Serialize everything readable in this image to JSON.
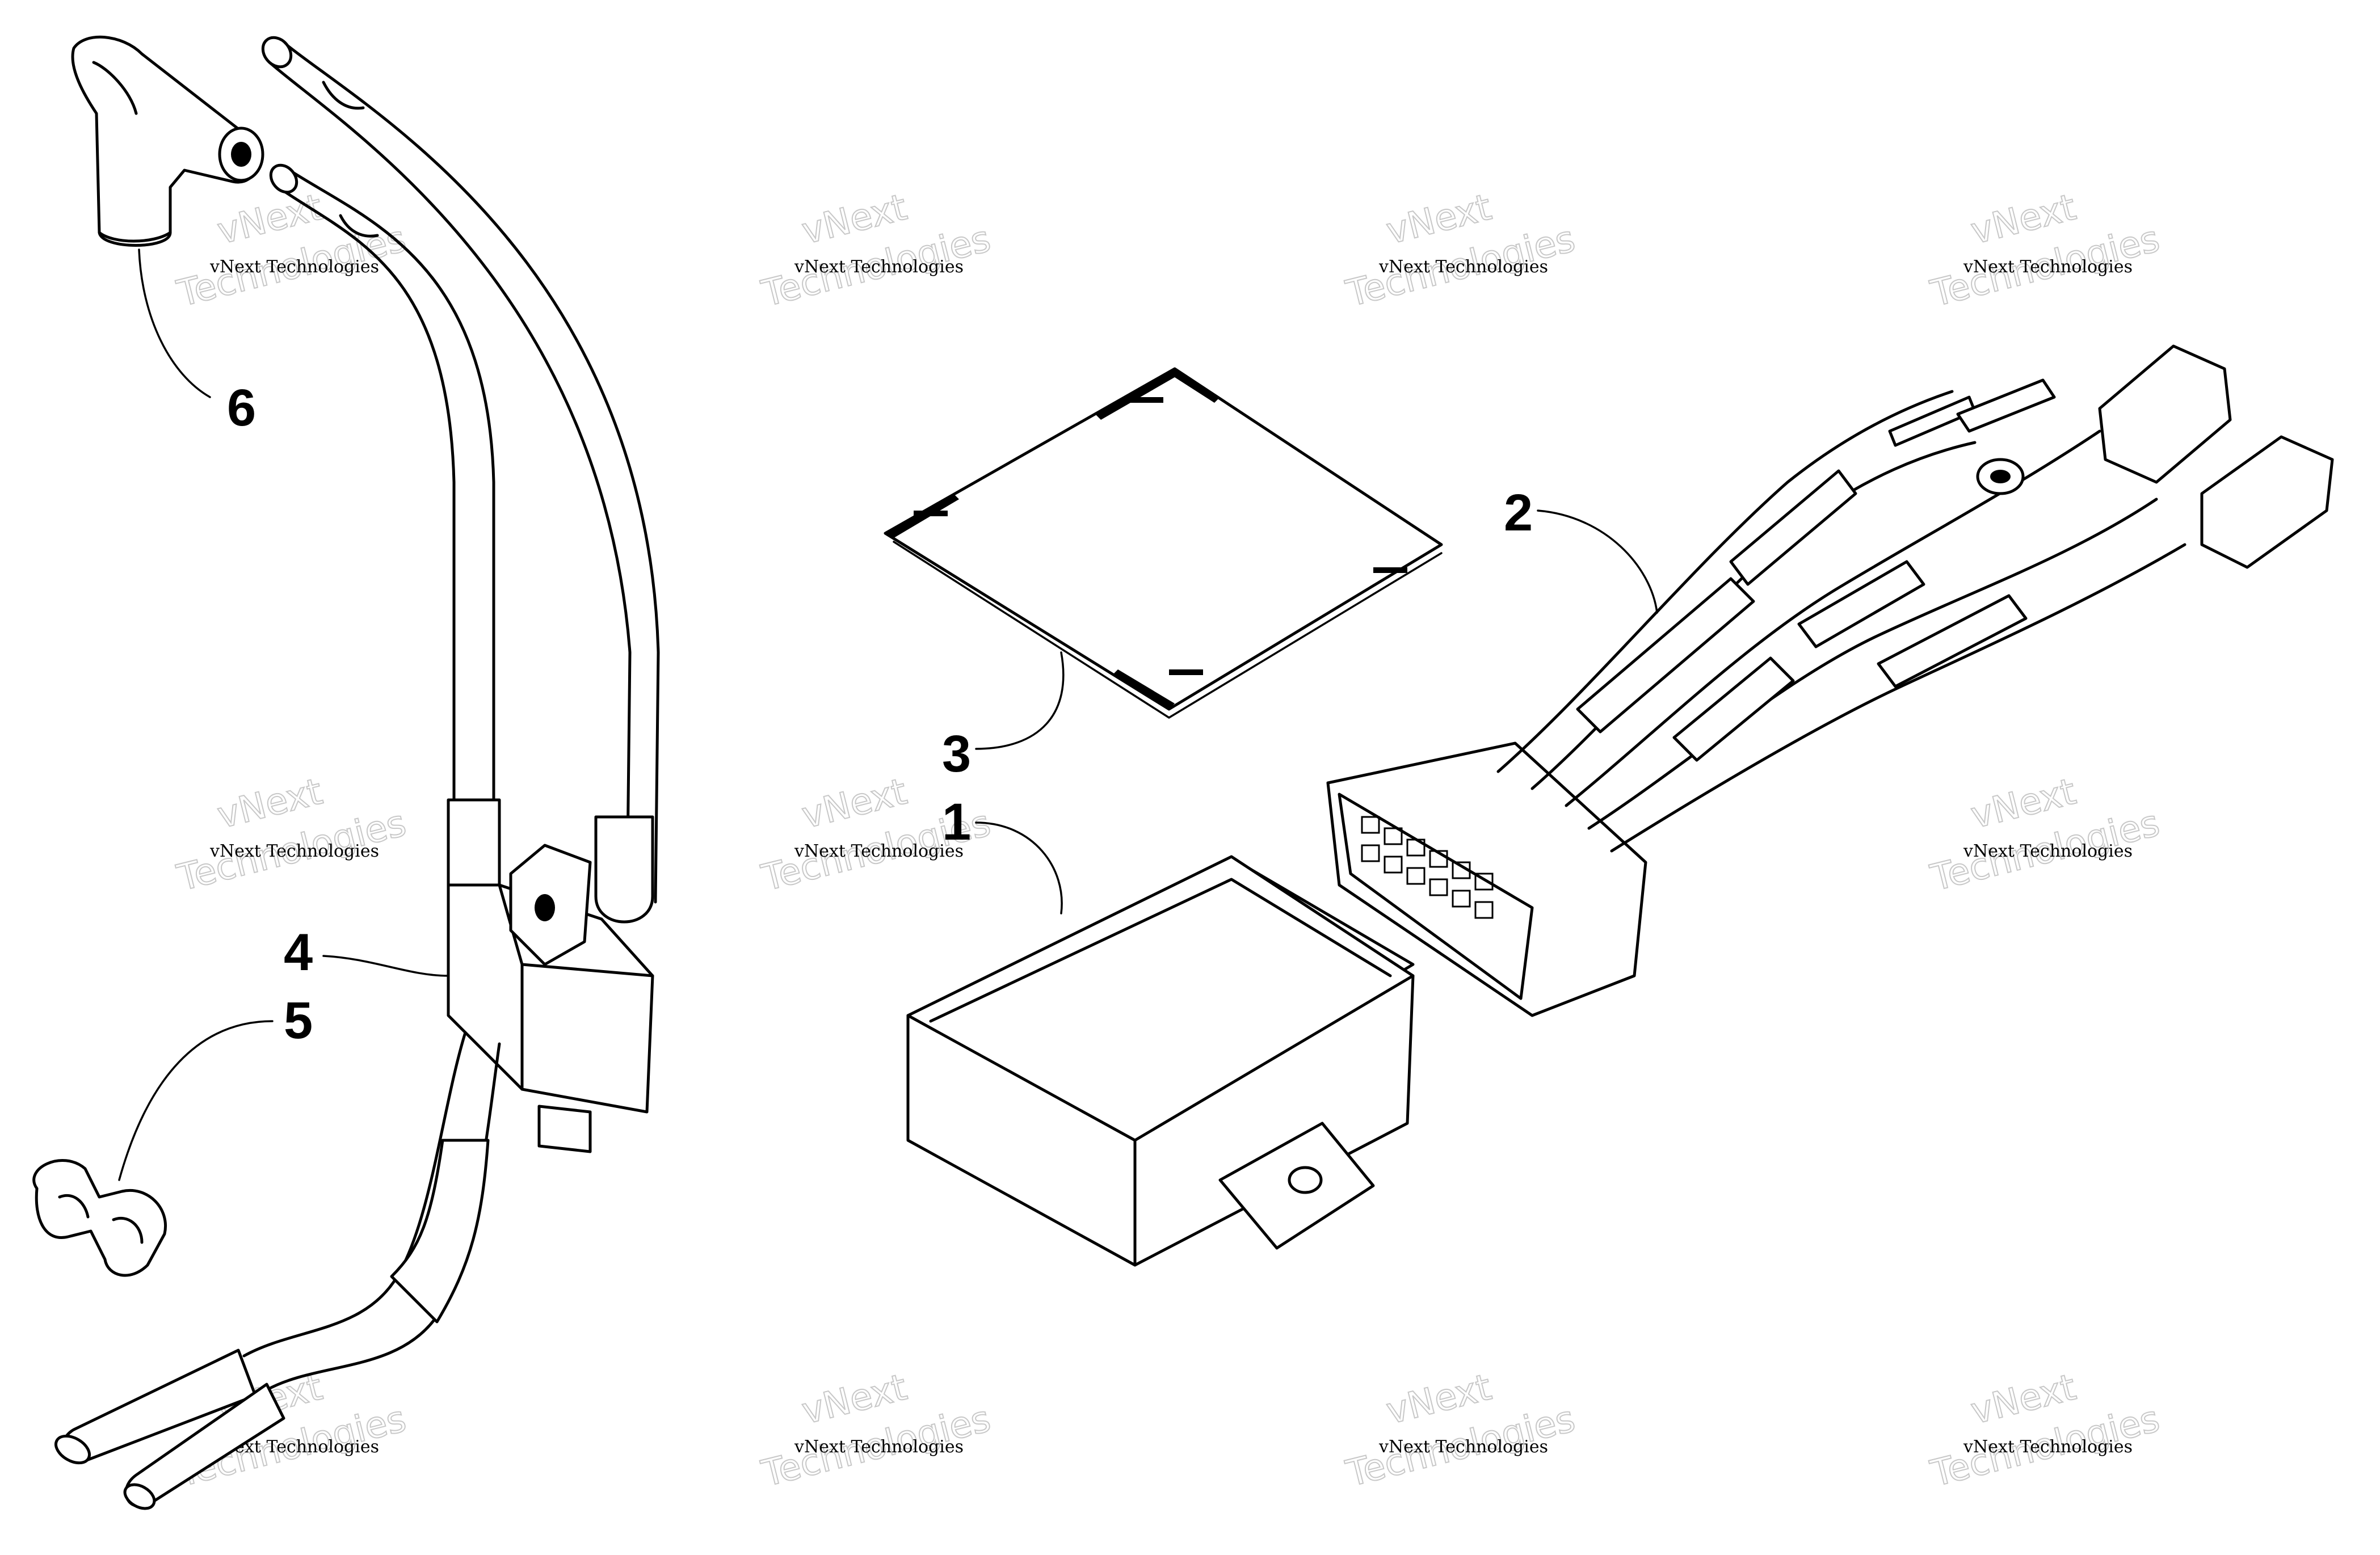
{
  "diagram": {
    "callouts": [
      {
        "id": "1",
        "label": "1"
      },
      {
        "id": "2",
        "label": "2"
      },
      {
        "id": "3",
        "label": "3"
      },
      {
        "id": "4",
        "label": "4"
      },
      {
        "id": "5",
        "label": "5"
      },
      {
        "id": "6",
        "label": "6"
      }
    ],
    "watermark": {
      "small_text": "vNext Technologies",
      "big_top": "vNext",
      "big_bottom": "Technologies"
    }
  }
}
